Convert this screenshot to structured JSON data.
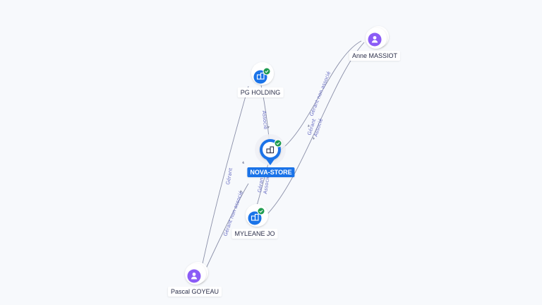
{
  "colors": {
    "edge": "#8a8fa8",
    "company": "#1a73e8",
    "person": "#8b5cf6",
    "check": "#1e9b4f",
    "edge_label": "#6a6fc4"
  },
  "nodes": {
    "pg_holding": {
      "label": "PG HOLDING",
      "icon": "building-icon",
      "type": "company"
    },
    "nova_store": {
      "label": "NOVA-STORE",
      "icon": "building-icon",
      "type": "main-company"
    },
    "myleane_jo": {
      "label": "MYLEANE JO",
      "icon": "building-icon",
      "type": "company"
    },
    "anne_massiot": {
      "label": "Anne MASSIOT",
      "icon": "person-icon",
      "type": "person"
    },
    "pascal_goyeau": {
      "label": "Pascal GOYEAU",
      "icon": "person-icon",
      "type": "person"
    }
  },
  "edges": {
    "pg_nova": "Associé",
    "anne_nova": "Gérant non associé",
    "anne_myleane_1": "Gérant",
    "anne_myleane_2": "Associé",
    "pascal_pg": "Gérant",
    "pascal_myleane": "Gérant non associé",
    "myleane_nova_1": "Gérant",
    "myleane_nova_2": "Associé"
  }
}
